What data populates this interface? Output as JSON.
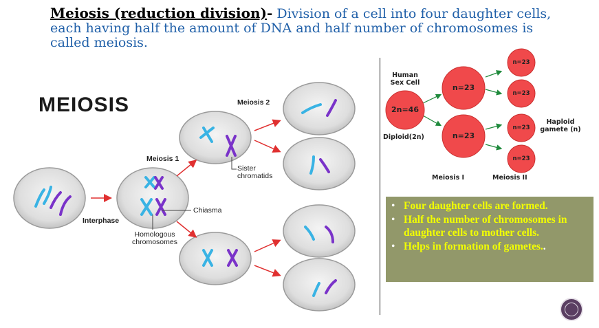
{
  "heading": {
    "term": "Meiosis (reduction division)",
    "dash": "-",
    "definition": " Division of a cell into four daughter cells, each having half the amount of DNA and half number of chromosomes is called meiosis."
  },
  "meiosis_diagram": {
    "title": "MEIOSIS",
    "labels": {
      "interphase": "Interphase",
      "meiosis1": "Meiosis 1",
      "meiosis2": "Meiosis 2",
      "chiasma": "Chiasma",
      "homologous_line1": "Homologous",
      "homologous_line2": "chromosomes",
      "sister_line1": "Sister",
      "sister_line2": "chromatids"
    },
    "colors": {
      "cell_fill": "#dcdcdc",
      "chromosome_light": "#39b3e4",
      "chromosome_dark": "#7a33c9",
      "arrow": "#e03030"
    }
  },
  "human_cell_diagram": {
    "human_sex_cell_line1": "Human",
    "human_sex_cell_line2": "Sex Cell",
    "diploid_cell": "2n=46",
    "diploid_label": "Diploid(2n)",
    "meiosis1_cells": [
      "n=23",
      "n=23"
    ],
    "gametes": [
      "n=23",
      "n=23",
      "n=23",
      "n=23"
    ],
    "haploid_line1": "Haploid",
    "haploid_line2": "gamete (n)",
    "meiosis_i": "Meiosis I",
    "meiosis_ii": "Meiosis II",
    "colors": {
      "cell": "#f0494b",
      "arrow": "#1f8a3c"
    }
  },
  "notes": {
    "bullet": "•",
    "items": [
      "Four daughter cells are formed.",
      "Half the number of chromosomes in daughter cells to mother cells.",
      "Helps in formation of gametes."
    ],
    "trailing": ".",
    "background": "#92986a",
    "text_color": "#f2ff00"
  },
  "nav": {
    "icon": "circle-nav-icon"
  }
}
